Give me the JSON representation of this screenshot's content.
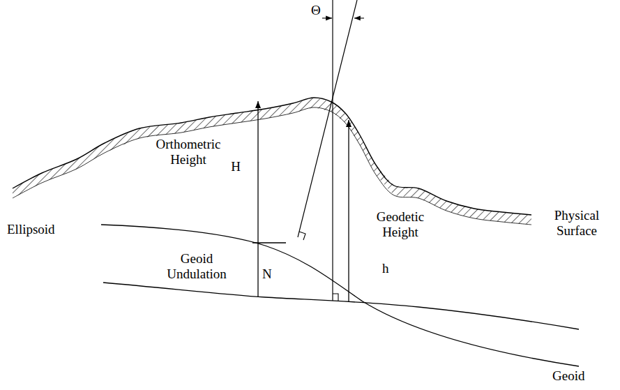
{
  "diagram": {
    "labels": [
      "Θ",
      "Orthometric Height",
      "H",
      "Ellipsoid",
      "Geoid Undulation",
      "N",
      "Geodetic Height",
      "h",
      "Physical Surface",
      "Geoid"
    ]
  }
}
